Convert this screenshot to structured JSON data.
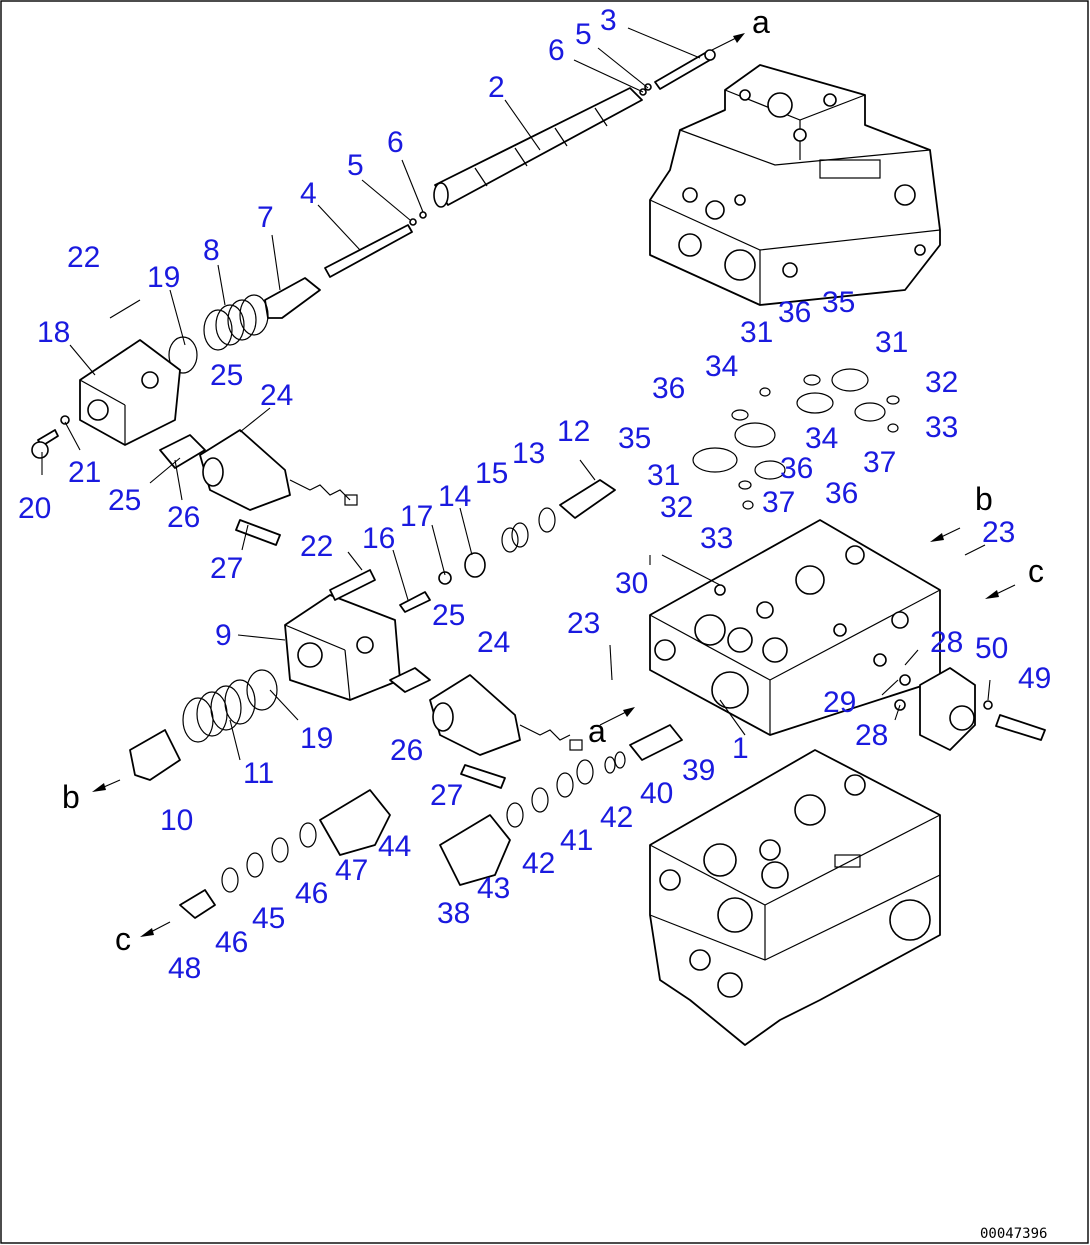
{
  "drawing_code": "00047396",
  "ref_letters": [
    "a",
    "a",
    "b",
    "b",
    "c",
    "c"
  ],
  "labels": [
    "3",
    "5",
    "6",
    "2",
    "6",
    "5",
    "4",
    "7",
    "22",
    "19",
    "8",
    "18",
    "20",
    "21",
    "25",
    "24",
    "25",
    "26",
    "27",
    "22",
    "16",
    "17",
    "14",
    "15",
    "13",
    "12",
    "9",
    "19",
    "11",
    "10",
    "25",
    "24",
    "26",
    "27",
    "44",
    "47",
    "46",
    "45",
    "46",
    "48",
    "38",
    "43",
    "42",
    "41",
    "42",
    "40",
    "39",
    "1",
    "30",
    "23",
    "23",
    "31",
    "36",
    "35",
    "31",
    "32",
    "33",
    "34",
    "36",
    "35",
    "31",
    "32",
    "33",
    "36",
    "34",
    "37",
    "36",
    "37",
    "28",
    "29",
    "28",
    "50",
    "49"
  ]
}
